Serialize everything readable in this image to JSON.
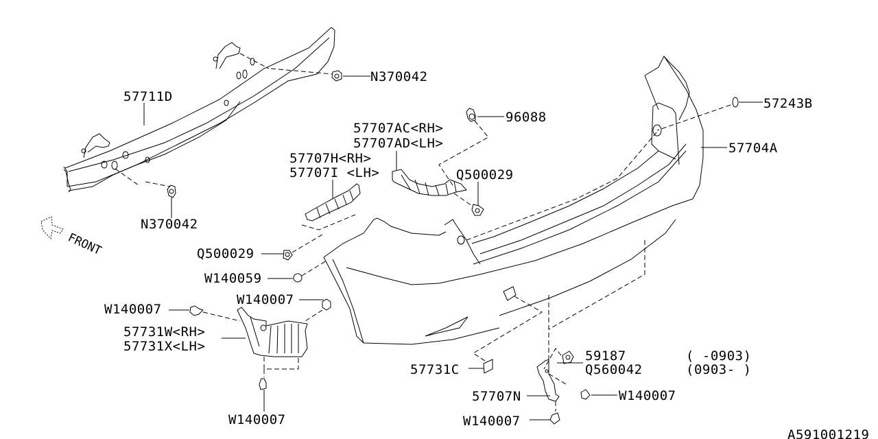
{
  "diagram": {
    "title": "Rear bumper parts diagram",
    "figure_id": "A591001219",
    "direction_label": "FRONT",
    "colors": {
      "line": "#000000",
      "background": "#ffffff"
    },
    "parts": [
      {
        "id": "p_57711D",
        "number": "57711D",
        "description": "bumper beam"
      },
      {
        "id": "p_N370042_top",
        "number": "N370042",
        "description": "nut"
      },
      {
        "id": "p_N370042_bottom",
        "number": "N370042",
        "description": "nut"
      },
      {
        "id": "p_96088",
        "number": "96088",
        "description": "clip"
      },
      {
        "id": "p_57707AC",
        "number": "57707AC<RH>",
        "description": "bracket RH"
      },
      {
        "id": "p_57707AD",
        "number": "57707AD<LH>",
        "description": "bracket LH"
      },
      {
        "id": "p_57707H",
        "number": "57707H<RH>",
        "description": "side bracket RH"
      },
      {
        "id": "p_57707I",
        "number": "57707I <LH>",
        "description": "side bracket LH"
      },
      {
        "id": "p_Q500029_right",
        "number": "Q500029",
        "description": "screw"
      },
      {
        "id": "p_Q500029_left",
        "number": "Q500029",
        "description": "screw"
      },
      {
        "id": "p_57243B",
        "number": "57243B",
        "description": "plug"
      },
      {
        "id": "p_57704A",
        "number": "57704A",
        "description": "rear bumper face"
      },
      {
        "id": "p_W140059",
        "number": "W140059",
        "description": "clip"
      },
      {
        "id": "p_W140007_a",
        "number": "W140007",
        "description": "clip"
      },
      {
        "id": "p_W140007_b",
        "number": "W140007",
        "description": "clip"
      },
      {
        "id": "p_57731W",
        "number": "57731W<RH>",
        "description": "mud guard RH"
      },
      {
        "id": "p_57731X",
        "number": "57731X<LH>",
        "description": "mud guard LH"
      },
      {
        "id": "p_W140007_c",
        "number": "W140007",
        "description": "clip"
      },
      {
        "id": "p_57731C",
        "number": "57731C",
        "description": "cap"
      },
      {
        "id": "p_59187",
        "number": "59187",
        "applicability": "(   -0903)"
      },
      {
        "id": "p_Q560042",
        "number": "Q560042",
        "applicability": "(0903-   )"
      },
      {
        "id": "p_57707N",
        "number": "57707N",
        "description": "center bracket"
      },
      {
        "id": "p_W140007_d",
        "number": "W140007",
        "description": "clip"
      },
      {
        "id": "p_W140007_e",
        "number": "W140007",
        "description": "clip"
      }
    ]
  }
}
